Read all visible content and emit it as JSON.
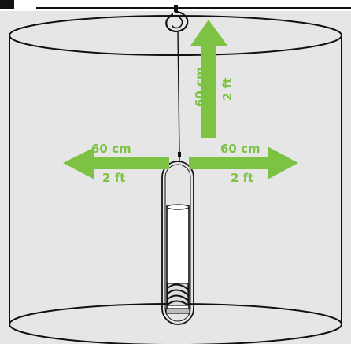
{
  "colors": {
    "background": "#e6e6e6",
    "outline": "#111111",
    "arrow": "#7dc242",
    "arrow_text": "#7dc242",
    "label_on_arrow": "#ffffff"
  },
  "icons": {
    "hook": "hook-icon",
    "feeder": "hanging-feeder-icon"
  },
  "labels": {
    "up_metric": "60 cm",
    "up_imperial": "2 ft",
    "left_metric": "60 cm",
    "left_imperial": "2 ft",
    "right_metric": "60 cm",
    "right_imperial": "2 ft"
  }
}
